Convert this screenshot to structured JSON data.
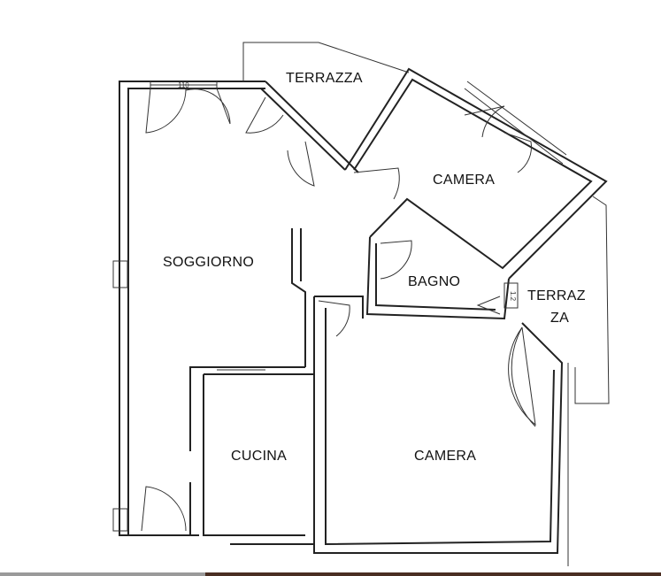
{
  "rooms": {
    "terrazza_top": "TERRAZZA",
    "camera_top": "CAMERA",
    "soggiorno": "SOGGIORNO",
    "bagno": "BAGNO",
    "terrazza_right_line1": "TERRAZ",
    "terrazza_right_line2": "ZA",
    "cucina": "CUCINA",
    "camera_bottom": "CAMERA"
  },
  "dimensions": {
    "window_top": "110",
    "bagno_window": "1.2"
  },
  "colors": {
    "ink": "#222222",
    "strip_left": "#9a9a9a",
    "strip_right": "#4a2e22"
  }
}
